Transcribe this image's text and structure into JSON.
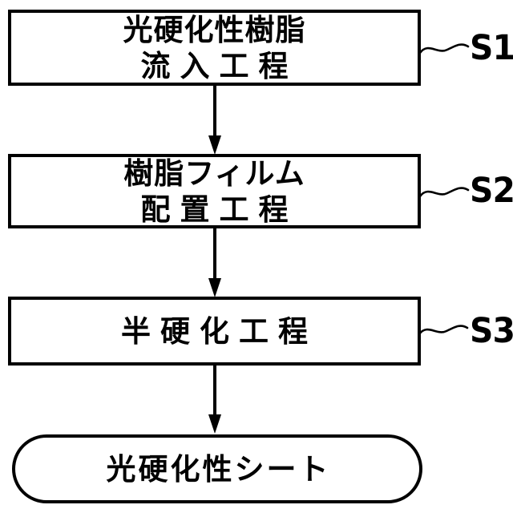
{
  "flowchart": {
    "steps": [
      {
        "ref": "S1",
        "line1": "光硬化性樹脂",
        "line2": "流入工程"
      },
      {
        "ref": "S2",
        "line1": "樹脂フィルム",
        "line2": "配置工程"
      },
      {
        "ref": "S3",
        "line1": "半硬化工程"
      }
    ],
    "terminal": {
      "text": "光硬化性シート"
    },
    "colors": {
      "line": "#000000",
      "background": "#ffffff",
      "text": "#000000"
    }
  }
}
